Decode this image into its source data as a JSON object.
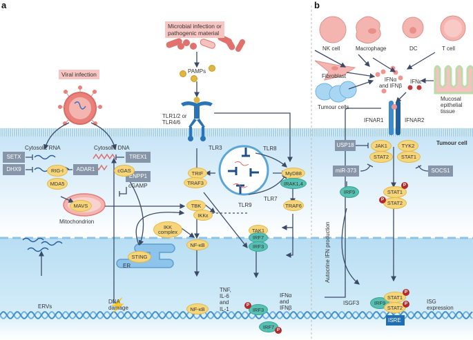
{
  "panels": {
    "a": "a",
    "b": "b"
  },
  "panel_a": {
    "viral_infection": "Viral infection",
    "microbial_infection": [
      "Microbial infection or",
      "pathogenic material"
    ],
    "pamps": "PAMPs",
    "tlr_surface": [
      "TLR1/2 or",
      "TLR4/6"
    ],
    "cytosolic_rna": "Cytosolic RNA",
    "cytosolic_dna": "Cytosolic DNA",
    "inhibitors": {
      "setx": "SETX",
      "dhx9": "DHX9",
      "adar1": "ADAR1",
      "trex1": "TREX1",
      "enpp1": "ENPP1"
    },
    "cgamp": "cGAMP",
    "nodes": {
      "rig_i": "RIG-I",
      "mda5": "MDA5",
      "mavs": "MAVS",
      "cgas": "cGAS",
      "sting": "STING",
      "trif": "TRIF",
      "traf3": "TRAF3",
      "tbk": "TBK",
      "ikke": "IKKε",
      "ikk_complex": [
        "IKK",
        "complex"
      ],
      "nfkb": "NF-κB",
      "nfkb_nuc": "NF-κB",
      "myd88": "MyD88",
      "irak14": "IRAK1,4",
      "traf6": "TRAF6",
      "tak1": "TAK1",
      "irf7": "IRF7",
      "irf3": "IRF3",
      "irf3_nuc": "IRF3",
      "irf7_nuc": "IRF7"
    },
    "mitochondrion": "Mitochondrion",
    "er": "ER",
    "endosomal_tlrs": {
      "tlr3": "TLR3",
      "tlr8": "TLR8",
      "tlr7": "TLR7",
      "tlr9": "TLR9"
    },
    "ervs": "ERVs",
    "dna_damage": [
      "DNA",
      "damage"
    ],
    "cytokines": [
      "TNF,",
      "IL-6",
      "and",
      "IL-1"
    ],
    "ifn_out": [
      "IFNα",
      "and",
      "IFNβ"
    ],
    "phospho": "P"
  },
  "panel_b": {
    "cells": {
      "nk": "NK cell",
      "macrophage": "Macrophage",
      "dc": "DC",
      "tcell": "T cell",
      "fibroblast": "Fibroblast",
      "tumour": "Tumour cells"
    },
    "ifn_ab": [
      "IFNα",
      "and IFNβ"
    ],
    "ifn_e": "IFNε",
    "mucosal": [
      "Mucosal",
      "epithelial",
      "tissue"
    ],
    "ifnar1": "IFNAR1",
    "ifnar2": "IFNAR2",
    "tumour_cell": "Tumour cell",
    "autocrine": "Autocrine IFN production",
    "inhibitors": {
      "usp18": "USP18",
      "mir373": "miR-373",
      "socs1": "SOCS1"
    },
    "nodes": {
      "jak1": "JAK1",
      "tyk2": "TYK2",
      "stat2": "STAT2",
      "stat1": "STAT1",
      "irf9": "IRF9",
      "p_stat1": "STAT1",
      "p_stat2": "STAT2",
      "isgf3_irf9": "IRF9",
      "isgf3_stat1": "STAT1",
      "isgf3_stat2": "STAT2"
    },
    "isgf3": "ISGF3",
    "isre": "ISRE",
    "isg_expression": [
      "ISG",
      "expression"
    ],
    "phospho": "P"
  },
  "colors": {
    "cytoplasm": "#cfe8f7",
    "nucleus": "#bfe2f5",
    "membrane": "#9cc9ea",
    "arrow": "#3b4a66",
    "yellow_node": "#f7d57a",
    "teal_node": "#56c1b2",
    "inhibitor_box": "#8795a8",
    "pink_label": "#f7c5c2",
    "phospho": "#b22a2a",
    "isre": "#1f6fb2"
  }
}
